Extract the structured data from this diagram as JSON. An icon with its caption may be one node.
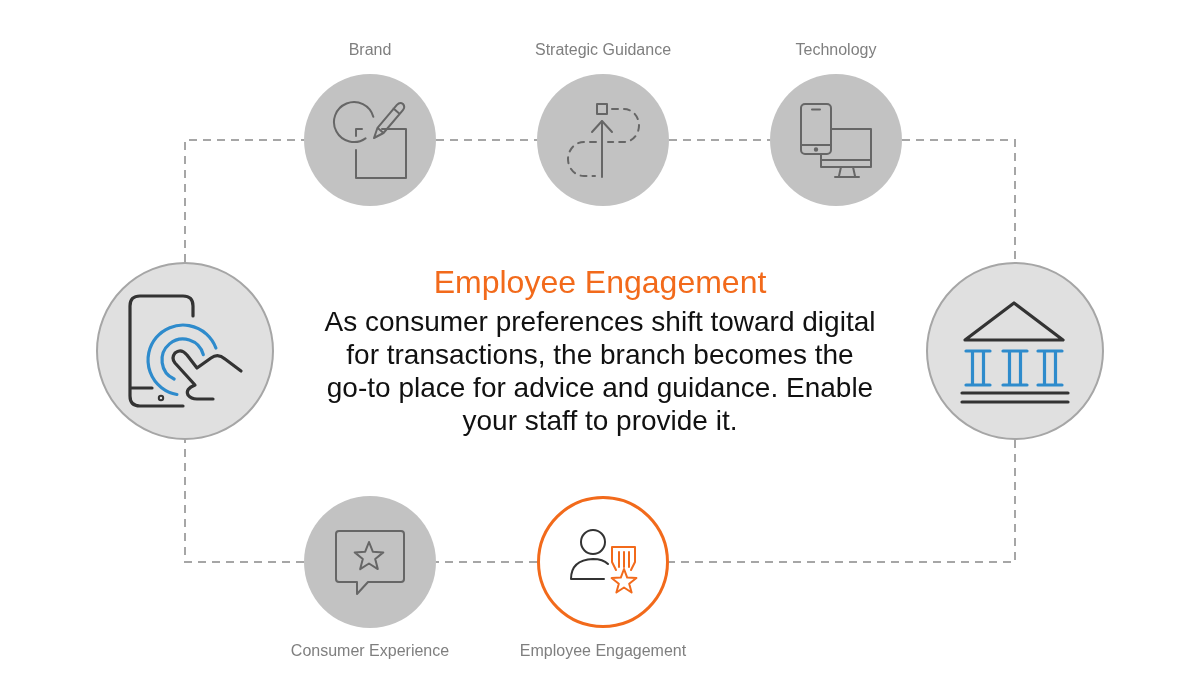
{
  "diagram": {
    "title": "Employee Engagement",
    "nodes": [
      {
        "text": [
          "Brand"
        ]
      },
      {
        "text": [
          "Strategic Guidance"
        ]
      },
      {
        "text": [
          "Technology"
        ]
      },
      {
        "text": [],
        "shape": "circle"
      },
      {
        "text": [],
        "shape": "circle"
      },
      {
        "text": [
          "Consumer Experience"
        ]
      },
      {
        "text": [
          "Employee Engagement"
        ]
      }
    ],
    "edges": [
      {
        "from": 3,
        "to": 0,
        "arrow": "none",
        "style": "dashed"
      },
      {
        "from": 0,
        "to": 1,
        "arrow": "none",
        "style": "dashed"
      },
      {
        "from": 1,
        "to": 2,
        "arrow": "none",
        "style": "dashed"
      },
      {
        "from": 2,
        "to": 4,
        "arrow": "none",
        "style": "dashed"
      },
      {
        "from": 4,
        "to": 6,
        "arrow": "none",
        "style": "dashed"
      },
      {
        "from": 6,
        "to": 5,
        "arrow": "none",
        "style": "dashed"
      },
      {
        "from": 5,
        "to": 3,
        "arrow": "none",
        "style": "dashed"
      }
    ],
    "labels": [
      "As consumer preferences shift toward digital for transactions, the branch becomes the go-to place for advice and guidance. Enable your staff to provide it."
    ]
  }
}
